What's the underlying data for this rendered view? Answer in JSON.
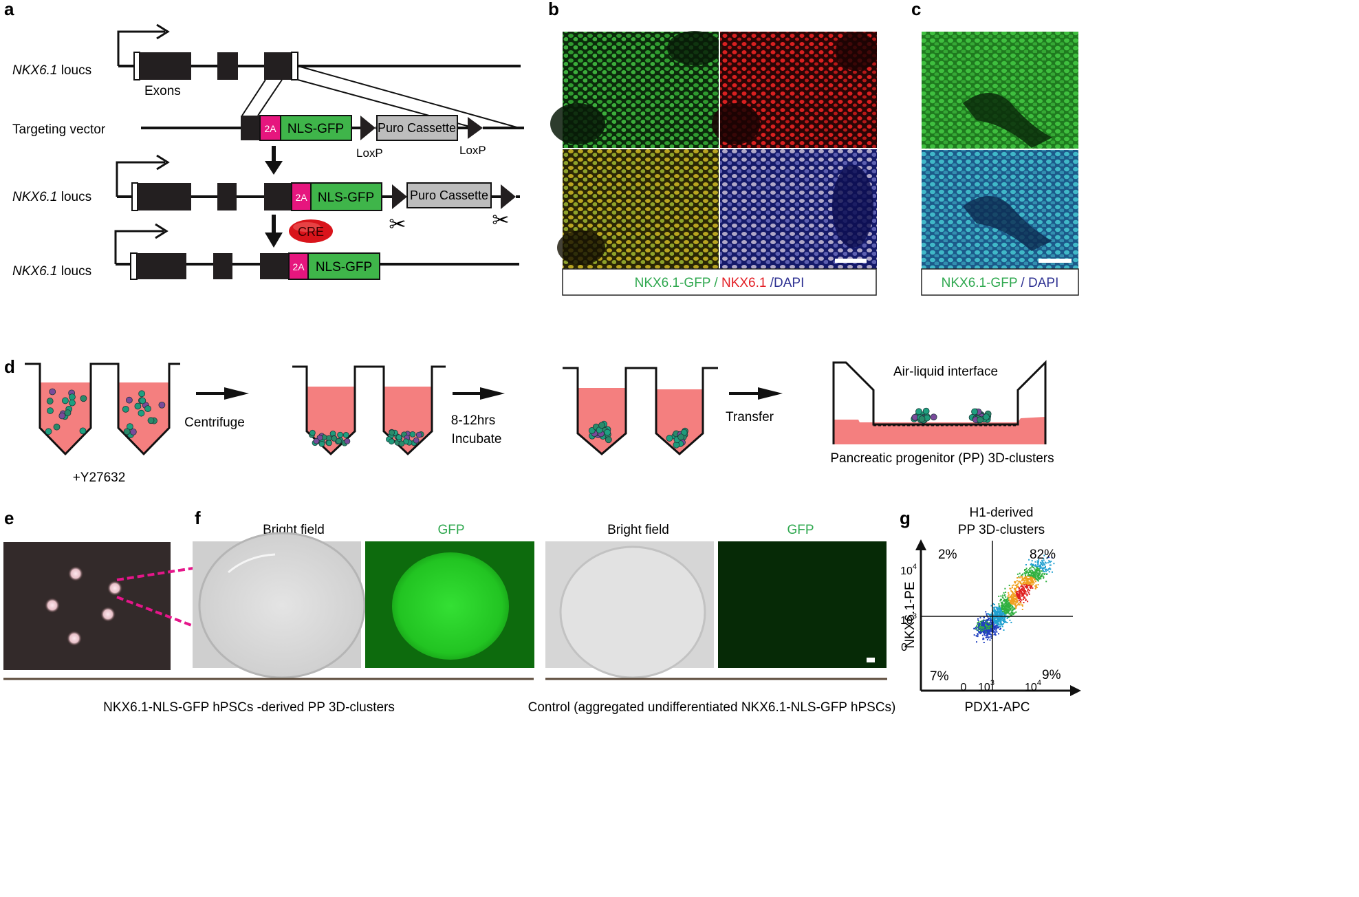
{
  "panels": {
    "a": {
      "letter": "a",
      "row_labels": {
        "locus": "NKX6.1",
        "locus_suffix": " loucs",
        "vector": "Targeting vector"
      },
      "exons_label": "Exons",
      "t2a": "2A",
      "gfp": "NLS-GFP",
      "puro": "Puro Cassette",
      "loxp": "LoxP",
      "cre": "CRE"
    },
    "b": {
      "letter": "b",
      "legend": {
        "part1": "NKX6.1-GFP",
        "sep1": " / ",
        "part2": "NKX6.1",
        "sep2": " /",
        "part3": "DAPI"
      }
    },
    "c": {
      "letter": "c",
      "legend": {
        "part1": "NKX6.1-GFP",
        "sep1": " / ",
        "part2": "DAPI"
      }
    },
    "d": {
      "letter": "d",
      "step1_label": "+Y27632",
      "arrow1": "Centrifuge",
      "arrow2_line1": "8-12hrs",
      "arrow2_line2": "Incubate",
      "arrow3": "Transfer",
      "interface": "Air-liquid interface",
      "result": "Pancreatic progenitor (PP) 3D-clusters"
    },
    "e": {
      "letter": "e"
    },
    "f": {
      "letter": "f",
      "bright_field": "Bright field",
      "gfp": "GFP",
      "caption_left": "NKX6.1-NLS-GFP hPSCs -derived PP 3D-clusters",
      "caption_right": "Control (aggregated undifferentiated NKX6.1-NLS-GFP hPSCs)"
    },
    "g": {
      "letter": "g",
      "title_line1": "H1-derived",
      "title_line2": "PP 3D-clusters",
      "ylabel": "NKX6.1-PE",
      "xlabel": "PDX1-APC",
      "q_ul": "2%",
      "q_ur": "82%",
      "q_ll": "7%",
      "q_lr": "9%",
      "y_ticks": {
        "t0": "0",
        "t3": "10",
        "t3e": "3",
        "t4": "10",
        "t4e": "4"
      },
      "x_ticks": {
        "t0": "0",
        "t3": "10",
        "t3e": "3",
        "t4": "10",
        "t4e": "4"
      }
    }
  },
  "colors": {
    "gfp_green": "#3fb54a",
    "t2a_magenta": "#e6167e",
    "puro_gray": "#bdbdbd",
    "cre_red": "#d9141b",
    "medium_pink": "#f47f7f",
    "legend_green": "#2fa84f",
    "legend_red": "#e31e24",
    "legend_blue": "#2e3192",
    "dash_magenta": "#e5168a"
  }
}
